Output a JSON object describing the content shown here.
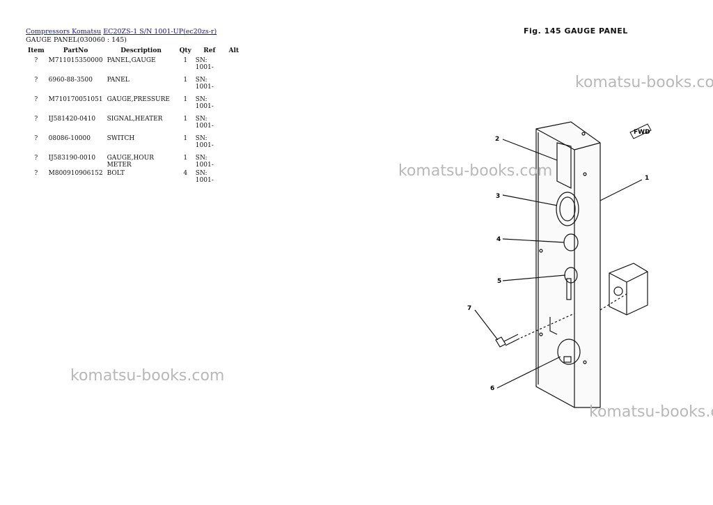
{
  "breadcrumb": {
    "link1": "Compressors Komatsu",
    "link2": "EC20ZS-1 S/N 1001-UP(ec20zs-r)"
  },
  "subtitle": "GAUGE PANEL(030060 : 145)",
  "table": {
    "headers": [
      "Item",
      "PartNo",
      "Description",
      "Qty",
      "Ref",
      "Alt"
    ],
    "rows": [
      {
        "item": "?",
        "part_no": "M711015350000",
        "description": "PANEL,GAUGE",
        "qty": "1",
        "ref": "SN: 1001-",
        "alt": ""
      },
      {
        "item": "?",
        "part_no": "6960-88-3500",
        "description": "PANEL",
        "qty": "1",
        "ref": "SN: 1001-",
        "alt": ""
      },
      {
        "item": "?",
        "part_no": "M710170051051",
        "description": "GAUGE,PRESSURE",
        "qty": "1",
        "ref": "SN: 1001-",
        "alt": ""
      },
      {
        "item": "?",
        "part_no": "IJ581420-0410",
        "description": "SIGNAL,HEATER",
        "qty": "1",
        "ref": "SN: 1001-",
        "alt": ""
      },
      {
        "item": "?",
        "part_no": "08086-10000",
        "description": "SWITCH",
        "qty": "1",
        "ref": "SN: 1001-",
        "alt": ""
      },
      {
        "item": "?",
        "part_no": "IJ583190-0010",
        "description": "GAUGE,HOUR METER",
        "qty": "1",
        "ref": "SN: 1001-",
        "alt": ""
      },
      {
        "item": "?",
        "part_no": "M800910906152",
        "description": "BOLT",
        "qty": "4",
        "ref": "SN: 1001-",
        "alt": ""
      }
    ]
  },
  "watermark": "komatsu-books.com",
  "figure": {
    "title": "Fig. 145  GAUGE PANEL",
    "callouts": [
      "1",
      "2",
      "3",
      "4",
      "5",
      "6",
      "7"
    ],
    "fwd_label": "FWD"
  }
}
